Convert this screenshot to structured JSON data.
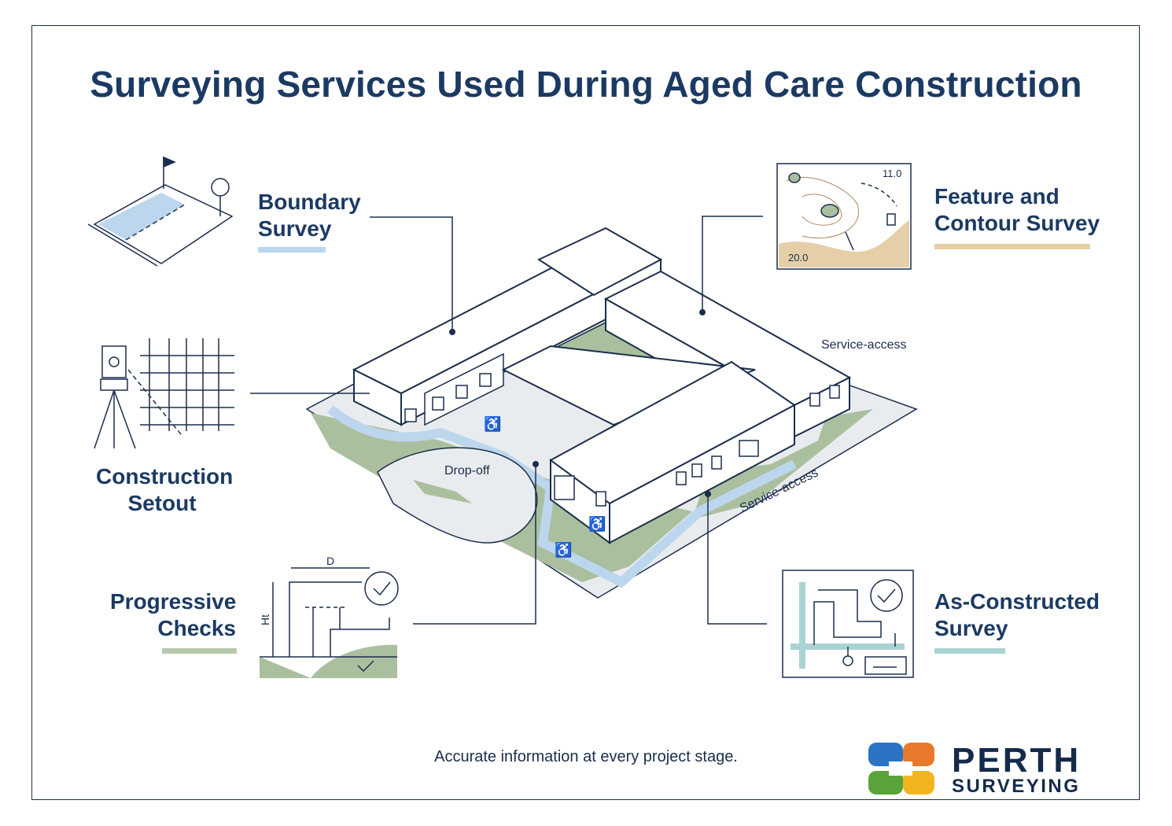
{
  "title": "Surveying Services Used During Aged Care Construction",
  "services": {
    "boundary": {
      "line1": "Boundary",
      "line2": "Survey",
      "color": "#bcd6ee"
    },
    "feature": {
      "line1": "Feature and",
      "line2": "Contour Survey",
      "color": "#e6cfa8"
    },
    "setout": {
      "line1": "Construction",
      "line2": "Setout"
    },
    "progressive": {
      "line1": "Progressive",
      "line2": "Checks",
      "color": "#b7c9ad"
    },
    "asconstructed": {
      "line1": "As-Constructed",
      "line2": "Survey",
      "color": "#a9d3d3"
    }
  },
  "map_labels": {
    "dropoff": "Drop-off",
    "service_access_top": "Service-access",
    "service_access_bottom": "Service-access",
    "contour_high": "11.0",
    "contour_low": "20.0",
    "dim_d": "D",
    "dim_ht": "Ht"
  },
  "tagline": "Accurate information at every project stage.",
  "logo": {
    "word1": "PERTH",
    "word2": "SURVEYING",
    "colors": {
      "blue": "#2b73c4",
      "orange": "#e8792a",
      "green": "#5aa33a",
      "yellow": "#f2b51d"
    }
  },
  "colors": {
    "navy": "#1b2e4b",
    "grass": "#a9bf9d",
    "path": "#bcd6ee",
    "pavement": "#e9ecef"
  }
}
